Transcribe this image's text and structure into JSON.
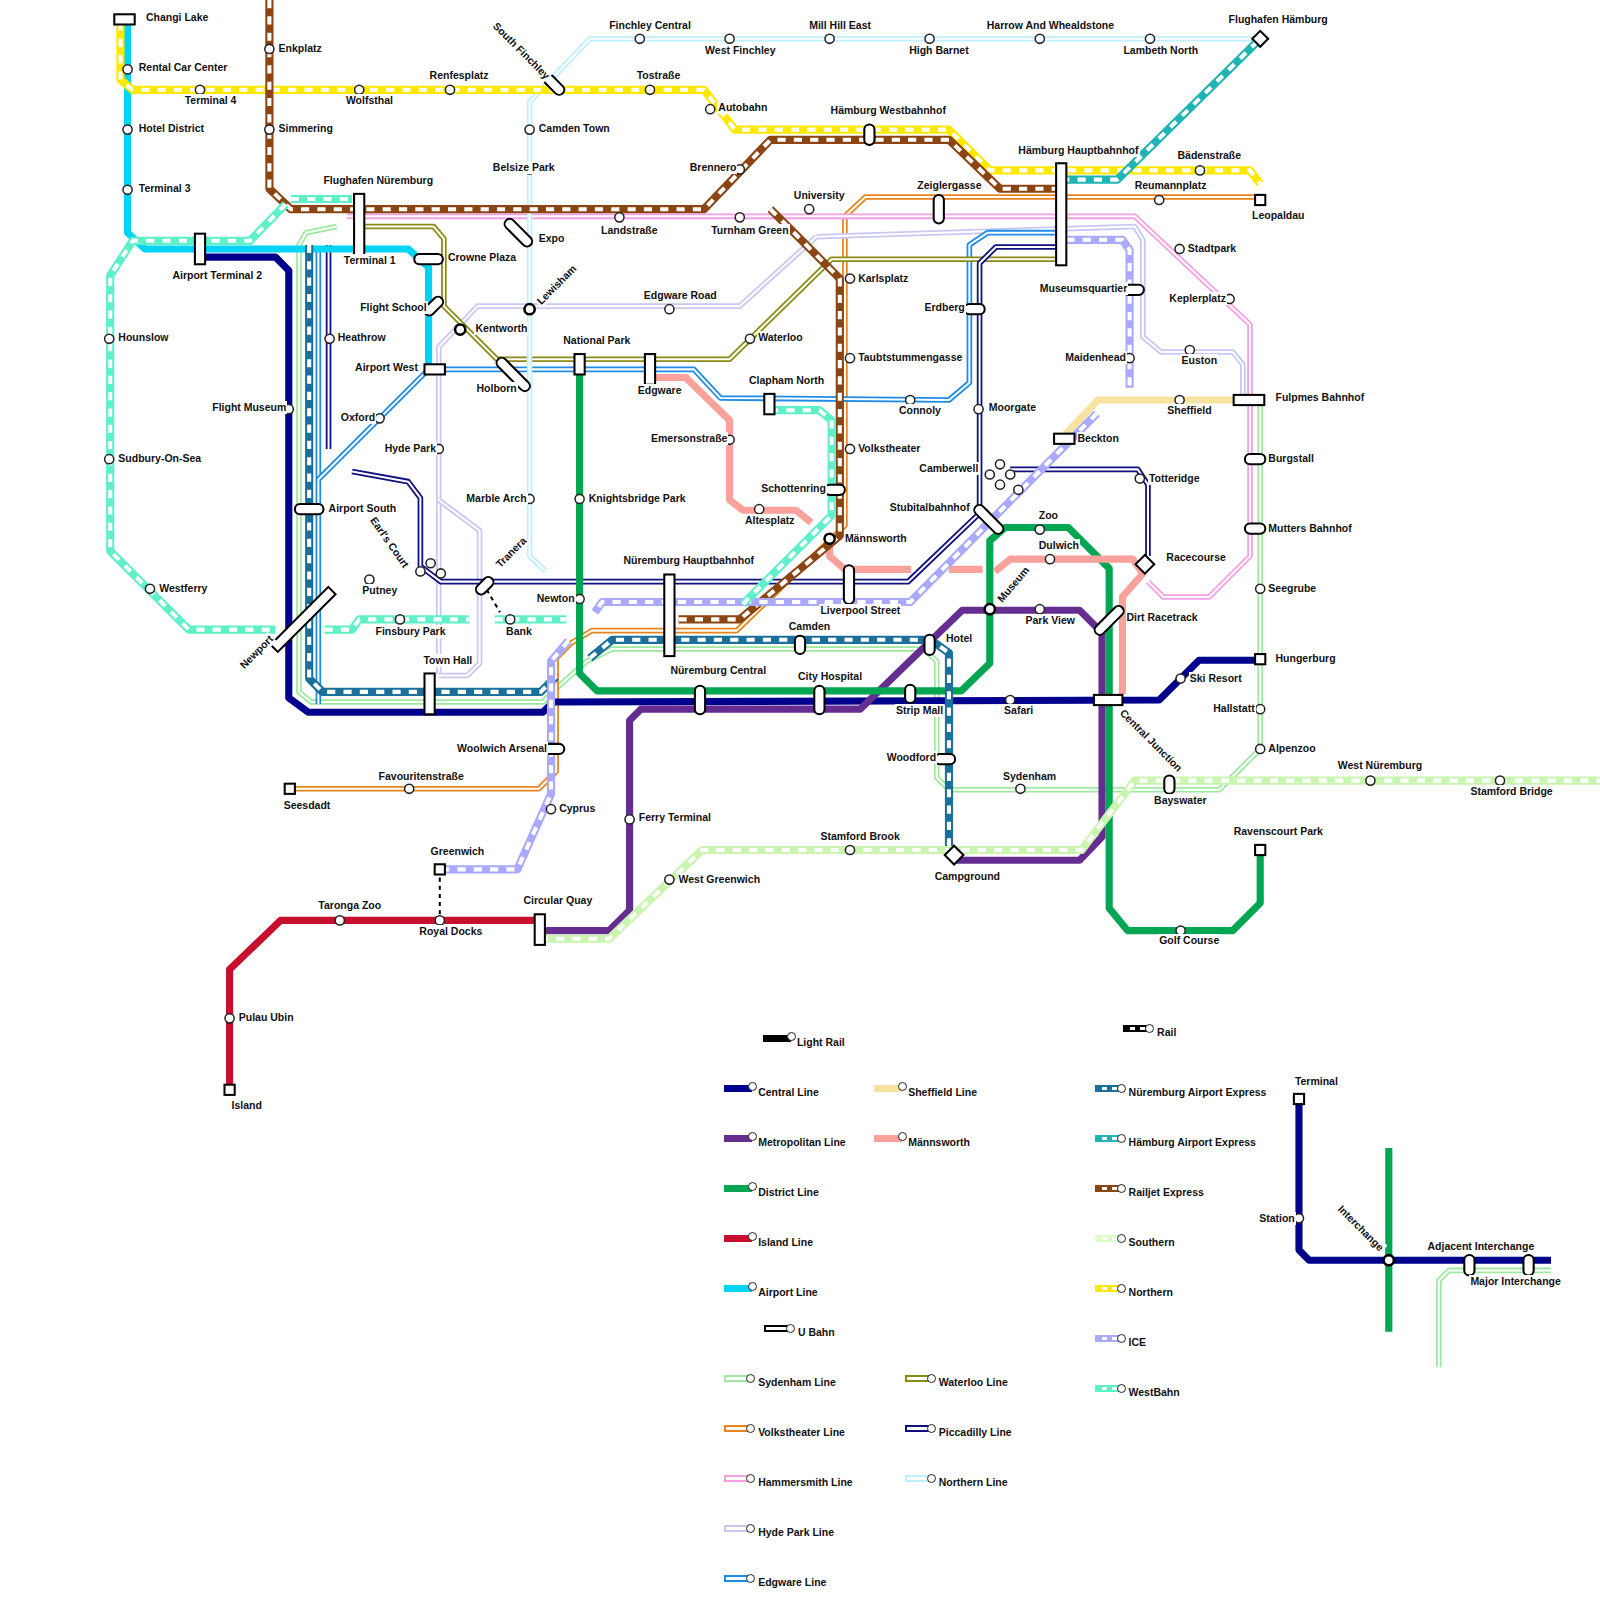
{
  "diagram": {
    "labels": [
      "Changi Lake",
      "Rental Car Center",
      "Terminal 4",
      "Hotel District",
      "Terminal 3",
      "Enkplatz",
      "Simmering",
      "Wolfsthal",
      "Renfesplatz",
      "South Finchley",
      "Finchley Central",
      "West Finchley",
      "Mill Hill East",
      "High Barnet",
      "Harrow And Whealdstone",
      "Lambeth North",
      "Flughafen Hämburg",
      "Tostraße",
      "Autobahn",
      "Camden Town",
      "Hämburg Westbahnhof",
      "Brennero",
      "Belsize Park",
      "Hämburg Hauptbahnhof",
      "Bädenstraße",
      "Reumannplatz",
      "Leopaldau",
      "Flughafen Nüremburg",
      "Zeiglergasse",
      "University",
      "Expo",
      "Landstraße",
      "Turnham Green",
      "Airport Terminal 2",
      "Terminal 1",
      "Crowne Plaza",
      "Stadtpark",
      "Karlsplatz",
      "Lewisham",
      "Museumsquartier",
      "Keplerplatz",
      "Erdberg",
      "Flight School",
      "Kentworth",
      "Edgware Road",
      "Hounslow",
      "Heathrow",
      "Waterloo",
      "National Park",
      "Taubtstummengasse",
      "Maidenhead",
      "Euston",
      "Airport West",
      "Holborn",
      "Edgware",
      "Clapham North",
      "Fulpmes Bahnhof",
      "Sheffield",
      "Flight Museum",
      "Moorgate",
      "Connoly",
      "Oxford",
      "Beckton",
      "Emersonstraße",
      "Volkstheater",
      "Hyde Park",
      "Burgstall",
      "Sudbury-On-Sea",
      "Camberwell",
      "Totteridge",
      "Schottenring",
      "Marble Arch",
      "Knightsbridge Park",
      "Airport South",
      "Stubitalbahnhof",
      "Zoo",
      "Altesplatz",
      "Earl's Court",
      "Mutters Bahnhof",
      "Männsworth",
      "Dulwich",
      "Tranera",
      "Racecourse",
      "Nüremburg Hauptbahnhof",
      "Museum",
      "Westferry",
      "Putney",
      "Seegrube",
      "Newton",
      "Liverpool Street",
      "Park View",
      "Dirt Racetrack",
      "Bank",
      "Finsbury Park",
      "Camden",
      "Newport",
      "Hotel",
      "Town Hall",
      "Hungerburg",
      "Nüremburg Central",
      "City Hospital",
      "Ski Resort",
      "Strip Mall",
      "Safari",
      "Hallstatt",
      "Central Junction",
      "Woolwich Arsenal",
      "Alpenzoo",
      "Woodford",
      "West Nüremburg",
      "Favouritenstraße",
      "Sydenham",
      "Stamford Bridge",
      "Bayswater",
      "Seesdadt",
      "Cyprus",
      "Ferry Terminal",
      "Ravenscourt Park",
      "Stamford Brook",
      "Greenwich",
      "Campground",
      "West Greenwich",
      "Circular Quay",
      "Taronga Zoo",
      "Royal Docks",
      "Golf Course",
      "Pulau Ubin",
      "Island",
      "Terminal",
      "Station",
      "Interchange",
      "Adjacent Interchange",
      "Major Interchange"
    ],
    "legend": [
      {
        "text": "Light Rail",
        "color": "#000000"
      },
      {
        "text": "Rail",
        "color": "#000000"
      },
      {
        "text": "Central Line",
        "color": "#00008c"
      },
      {
        "text": "Metropolitan Line",
        "color": "#662d91"
      },
      {
        "text": "District Line",
        "color": "#00a651"
      },
      {
        "text": "Island Line",
        "color": "#c8102e"
      },
      {
        "text": "Airport Line",
        "color": "#00d4f5"
      },
      {
        "text": "U Bahn",
        "color": "#000000"
      },
      {
        "text": "Sydenham Line",
        "color": "#9fe89f"
      },
      {
        "text": "Volkstheater Line",
        "color": "#e8841e"
      },
      {
        "text": "Hammersmith Line",
        "color": "#f5a0e4"
      },
      {
        "text": "Hyde Park Line",
        "color": "#c8c8f5"
      },
      {
        "text": "Edgware Line",
        "color": "#1e8ce6"
      },
      {
        "text": "Sheffield Line",
        "color": "#f7e3a0"
      },
      {
        "text": "Männsworth",
        "color": "#f9a19a"
      },
      {
        "text": "Waterloo Line",
        "color": "#8a8a14"
      },
      {
        "text": "Piccadilly Line",
        "color": "#101080"
      },
      {
        "text": "Northern Line",
        "color": "#bff0ff"
      },
      {
        "text": "Nüremburg Airport Express",
        "color": "#1a6f9b"
      },
      {
        "text": "Hämburg Airport Express",
        "color": "#1fb5b5"
      },
      {
        "text": "Railjet Express",
        "color": "#8b4513"
      },
      {
        "text": "Southern",
        "color": "#dcffc8"
      },
      {
        "text": "Northern",
        "color": "#ffe800"
      },
      {
        "text": "ICE",
        "color": "#a9a9ff"
      },
      {
        "text": "WestBahn",
        "color": "#5ef0c8"
      }
    ]
  }
}
